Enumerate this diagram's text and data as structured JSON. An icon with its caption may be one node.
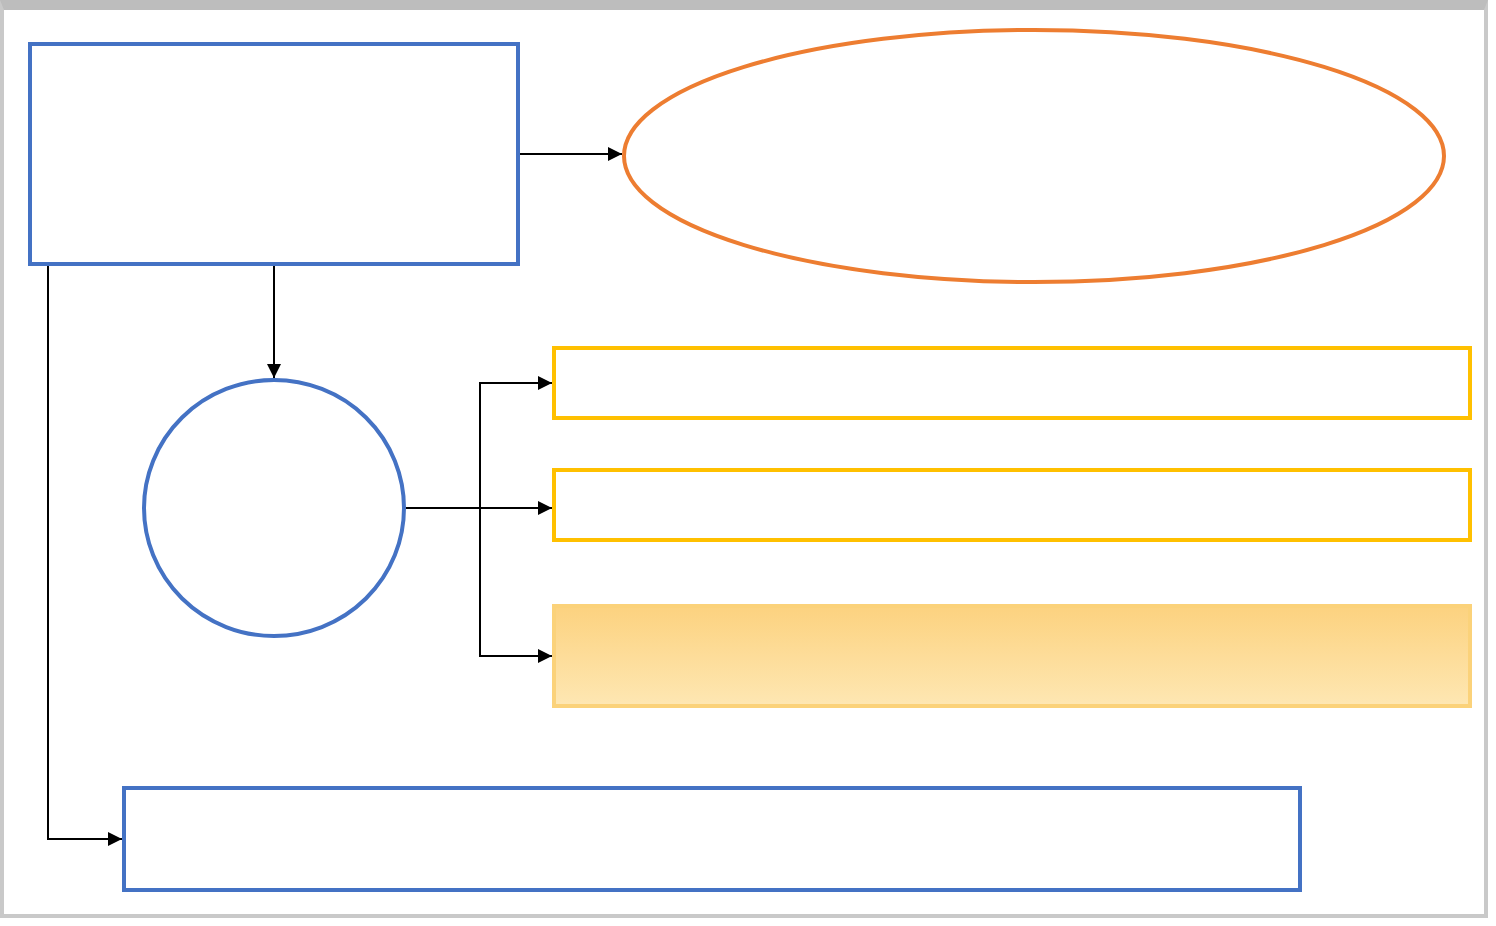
{
  "diagram": {
    "nodes": [
      {
        "text": [],
        "shape": "box"
      },
      {
        "text": [],
        "shape": "ellipse"
      },
      {
        "text": [],
        "shape": "circle"
      },
      {
        "text": [],
        "shape": "box"
      },
      {
        "text": [],
        "shape": "box"
      },
      {
        "text": [],
        "shape": "box"
      },
      {
        "text": [],
        "shape": "box"
      }
    ],
    "edges": [
      {
        "from": 0,
        "to": 1,
        "arrow": "to"
      },
      {
        "from": 0,
        "to": 2,
        "arrow": "to"
      },
      {
        "from": 2,
        "to": 3,
        "arrow": "to"
      },
      {
        "from": 2,
        "to": 4,
        "arrow": "to"
      },
      {
        "from": 2,
        "to": 5,
        "arrow": "to"
      },
      {
        "from": 0,
        "to": 6,
        "arrow": "to"
      }
    ]
  }
}
